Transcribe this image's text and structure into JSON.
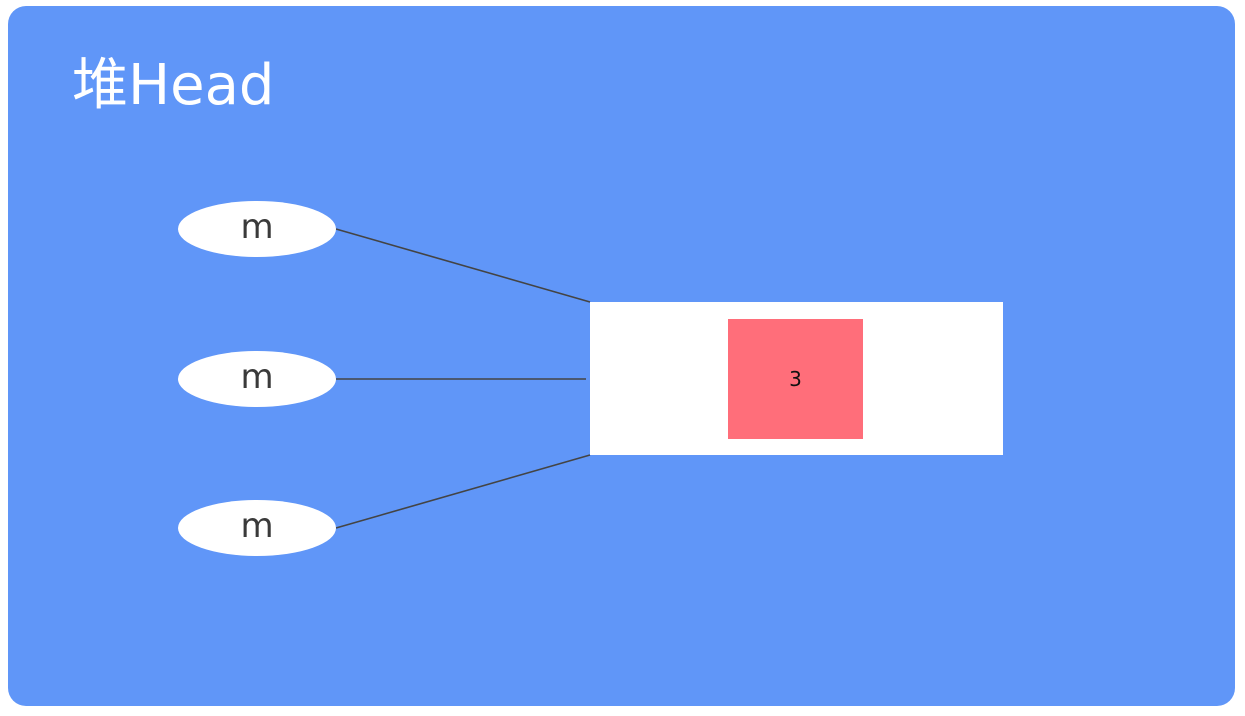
{
  "title": "堆Head",
  "colors": {
    "panel_background": "#6096f8",
    "connector": "#444444",
    "oval_fill": "#ffffff",
    "object_fill": "#ffffff",
    "value_fill": "#ff6e7a"
  },
  "references": [
    {
      "label": "m"
    },
    {
      "label": "m"
    },
    {
      "label": "m"
    }
  ],
  "object": {
    "value": "3"
  }
}
